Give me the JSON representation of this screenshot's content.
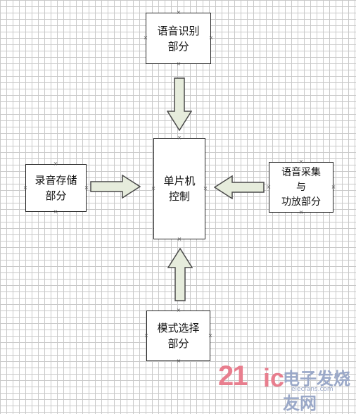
{
  "diagram": {
    "center": {
      "line1": "单片机",
      "line2": "控制"
    },
    "top": {
      "line1": "语音识别",
      "line2": "部分"
    },
    "left": {
      "line1": "录音存储",
      "line2": "部分"
    },
    "right": {
      "line1": "语音采集",
      "line2": "与",
      "line3": "功放部分"
    },
    "bottom": {
      "line1": "模式选择",
      "line2": "部分"
    },
    "arrow_fill": "#e6ecdc",
    "arrow_stroke": "#4a4a4a"
  },
  "watermark": {
    "num": "21",
    "ic": "ic",
    "cn": "电子发烧友网",
    "url": "elecfans.com"
  }
}
